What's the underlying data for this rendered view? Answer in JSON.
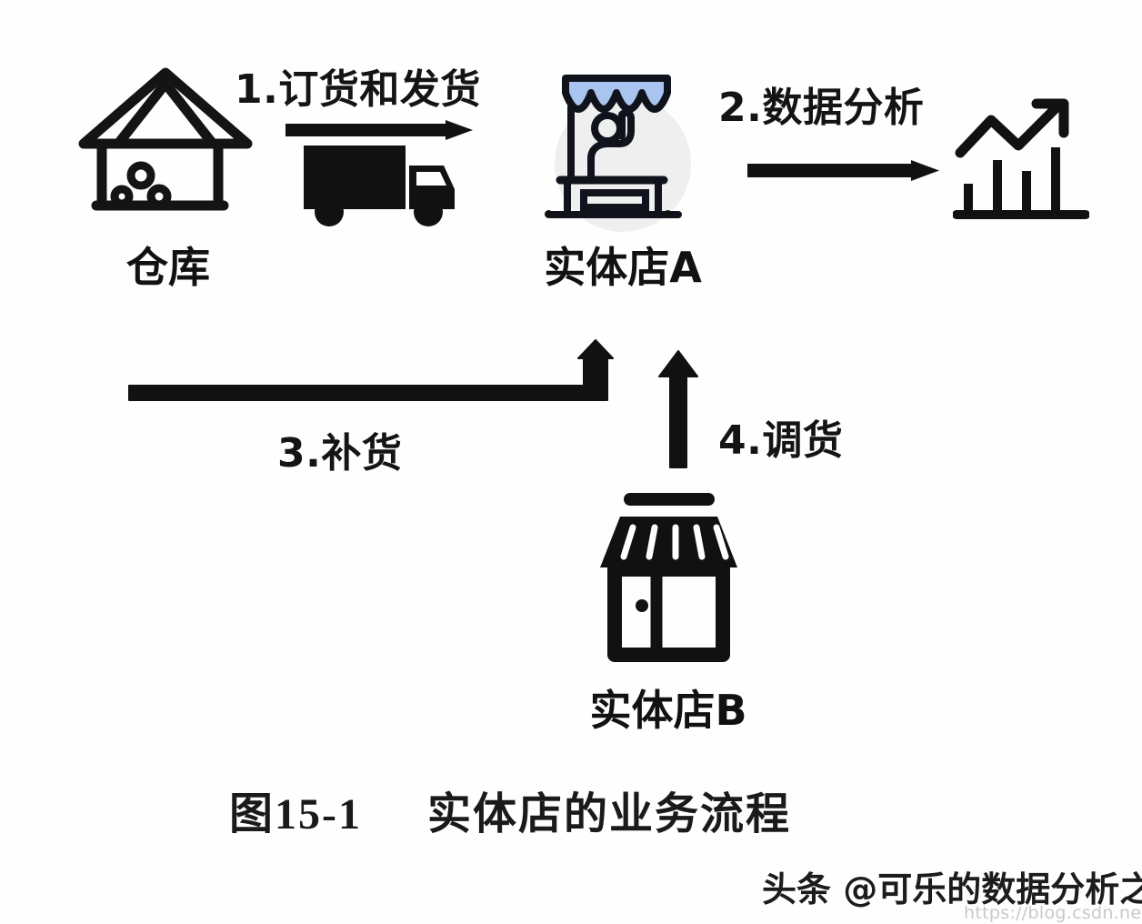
{
  "figure": {
    "caption_number": "图15-1",
    "caption_title": "实体店的业务流程",
    "background_color": "#fefefe",
    "ink_color": "#111111",
    "accent_color": "#a9c4ee"
  },
  "nodes": [
    {
      "id": "warehouse",
      "label": "仓库",
      "icon": "warehouse-icon"
    },
    {
      "id": "store-a",
      "label": "实体店A",
      "icon": "storefront-awning-icon"
    },
    {
      "id": "analytics",
      "label": "",
      "icon": "trend-bar-chart-icon"
    },
    {
      "id": "store-b",
      "label": "实体店B",
      "icon": "shop-icon"
    }
  ],
  "flows": [
    {
      "id": "flow-1",
      "label": "1.订货和发货",
      "from": "warehouse",
      "to": "store-a",
      "direction": "right",
      "icon": "delivery-truck-icon"
    },
    {
      "id": "flow-2",
      "label": "2.数据分析",
      "from": "store-a",
      "to": "analytics",
      "direction": "right"
    },
    {
      "id": "flow-3",
      "label": "3.补货",
      "from": "warehouse",
      "to": "store-a",
      "direction": "up"
    },
    {
      "id": "flow-4",
      "label": "4.调货",
      "from": "store-b",
      "to": "store-a",
      "direction": "up"
    }
  ],
  "watermark": {
    "handle": "头条 @可乐的数据分析之路",
    "url": "https://blog.csdn.net/data_cola"
  }
}
